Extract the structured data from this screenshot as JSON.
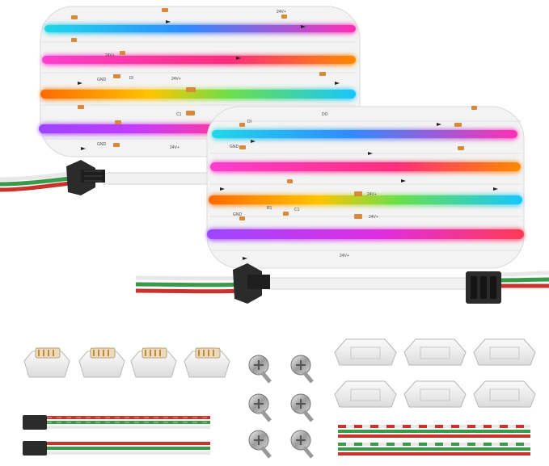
{
  "strip_labels": {
    "positive": "24V+",
    "ground": "GND",
    "data_in": "DI",
    "data_out": "DO",
    "capacitor": "C1",
    "resistor": "R1"
  },
  "colors": {
    "strip_base": "#f1f1f1",
    "solder_pad": "#d88a3a",
    "wire_red": "#c8342c",
    "wire_green": "#3a9a4a",
    "wire_white": "#e8e8e8",
    "connector": "#2b2b2b",
    "glow_rows": [
      "#21d6e8",
      "#ff2fb4",
      "#ffb200",
      "#a83cff"
    ]
  },
  "accessories": {
    "strip_connector_clips": 4,
    "mounting_screws": 6,
    "mounting_brackets": 6,
    "pigtail_cables": 2,
    "extension_cables": 2
  }
}
